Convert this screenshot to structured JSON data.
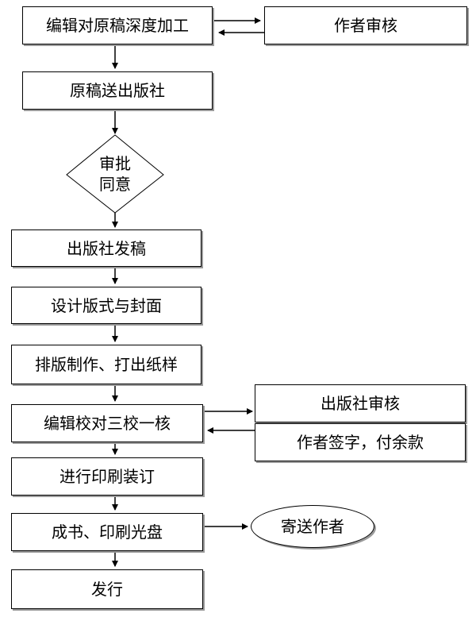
{
  "nodes": {
    "edit_original": "编辑对原稿深度加工",
    "author_review": "作者审核",
    "send_to_press": "原稿送出版社",
    "approve_line1": "审批",
    "approve_line2": "同意",
    "press_release": "出版社发稿",
    "design_layout": "设计版式与封面",
    "typeset": "排版制作、打出纸样",
    "proofread": "编辑校对三校一核",
    "press_review": "出版社审核",
    "author_sign": "作者签字，付余款",
    "print_bind": "进行印刷装订",
    "book_cd": "成书、印刷光盘",
    "mail_author": "寄送作者",
    "distribute": "发行"
  }
}
